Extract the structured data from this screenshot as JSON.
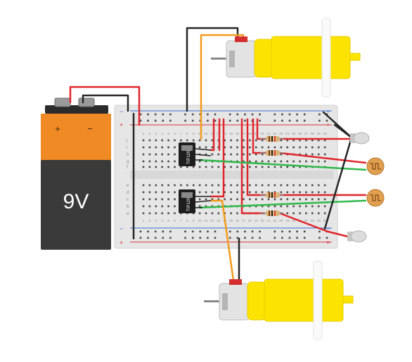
{
  "battery": {
    "label": "9V",
    "plus": "+",
    "minus": "−",
    "colors": {
      "body_top": "#f08a24",
      "body_bottom": "#3a3a3a",
      "cap": "#2b2b2b"
    }
  },
  "breadboard": {
    "rail_plus": "+",
    "rail_minus": "−",
    "row_letters_top": [
      "j",
      "i",
      "h",
      "g",
      "f"
    ],
    "row_letters_bottom": [
      "e",
      "d",
      "c",
      "b",
      "a"
    ],
    "column_numbers": [
      "1",
      "2",
      "3",
      "4",
      "5",
      "6",
      "7",
      "8",
      "9",
      "10",
      "11",
      "12",
      "13",
      "14",
      "15",
      "16",
      "17",
      "18",
      "19",
      "20",
      "21",
      "22",
      "23",
      "24",
      "25",
      "26",
      "27",
      "28",
      "29",
      "30"
    ],
    "colors": {
      "board": "#e8e8e8",
      "rail_red": "#d9333a",
      "rail_blue": "#3b6fd6",
      "hole": "#4a4a4a"
    }
  },
  "transistors": [
    {
      "label": "TIP120"
    },
    {
      "label": "TIP120"
    }
  ],
  "motors": [
    {
      "name": "top-motor"
    },
    {
      "name": "bottom-motor"
    }
  ],
  "colors": {
    "wire_red": "#e0252b",
    "wire_black": "#262626",
    "wire_orange": "#f29a1a",
    "wire_green": "#2fb84a",
    "motor_yellow": "#fde400",
    "resistor_body": "#d8b57a",
    "ldr_body": "#e0a050"
  }
}
